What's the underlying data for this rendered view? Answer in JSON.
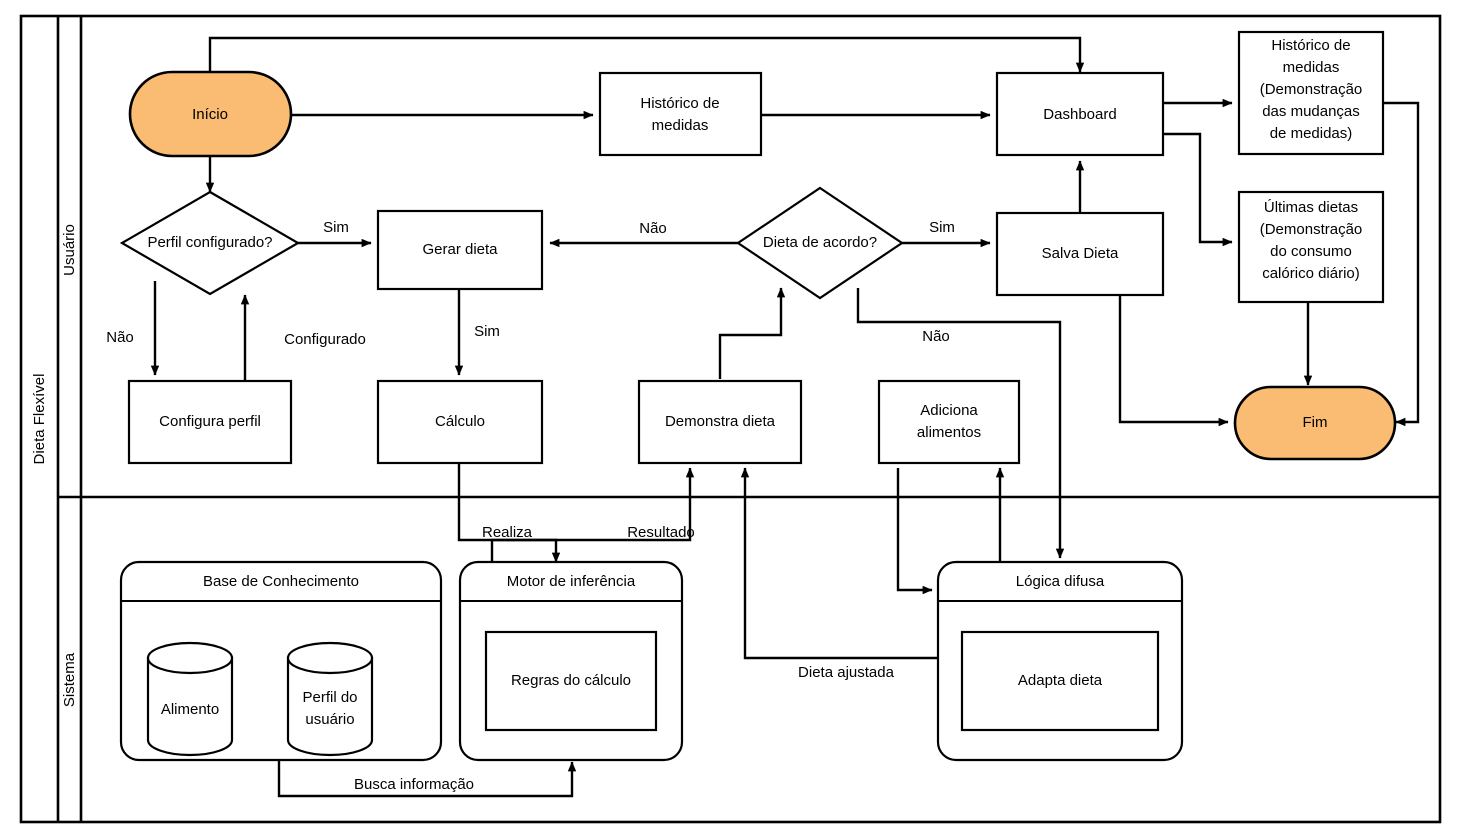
{
  "diagram": {
    "title_lane": "Dieta Flexível",
    "lanes": [
      {
        "name": "Usuário"
      },
      {
        "name": "Sistema"
      }
    ],
    "nodes": {
      "inicio": "Início",
      "perfil_configurado": "Perfil configurado?",
      "configura_perfil": "Configura perfil",
      "gerar_dieta": "Gerar dieta",
      "calculo": "Cálculo",
      "historico_medidas": [
        "Histórico de",
        "medidas"
      ],
      "dashboard": "Dashboard",
      "historico_medidas_demo": [
        "Histórico de",
        "medidas",
        "(Demonstração",
        "das mudanças",
        "de medidas)"
      ],
      "ultimas_dietas": [
        "Últimas dietas",
        "(Demonstração",
        "do consumo",
        "calórico diário)"
      ],
      "dieta_de_acordo": "Dieta de acordo?",
      "salva_dieta": "Salva Dieta",
      "fim": "Fim",
      "demonstra_dieta": "Demonstra dieta",
      "adiciona_alimentos": [
        "Adiciona",
        "alimentos"
      ],
      "base_conhecimento": "Base de Conhecimento",
      "alimento": "Alimento",
      "perfil_do_usuario": [
        "Perfil do",
        "usuário"
      ],
      "motor_inferencia": "Motor de inferência",
      "regras_calculo": "Regras do cálculo",
      "logica_difusa": "Lógica difusa",
      "adapta_dieta": "Adapta dieta"
    },
    "edge_labels": {
      "sim_perfil": "Sim",
      "nao_perfil": "Não",
      "configurado": "Configurado",
      "sim_gerar": "Sim",
      "nao_dieta": "Não",
      "sim_dieta": "Sim",
      "nao_dieta_baixo": "Não",
      "realiza": "Realiza",
      "resultado": "Resultado",
      "dieta_ajustada": "Dieta ajustada",
      "busca_informacao": "Busca informação"
    },
    "colors": {
      "terminator_fill": "#f9bc72",
      "shape_fill": "#ffffff",
      "stroke": "#000000",
      "background": "#ffffff"
    }
  }
}
